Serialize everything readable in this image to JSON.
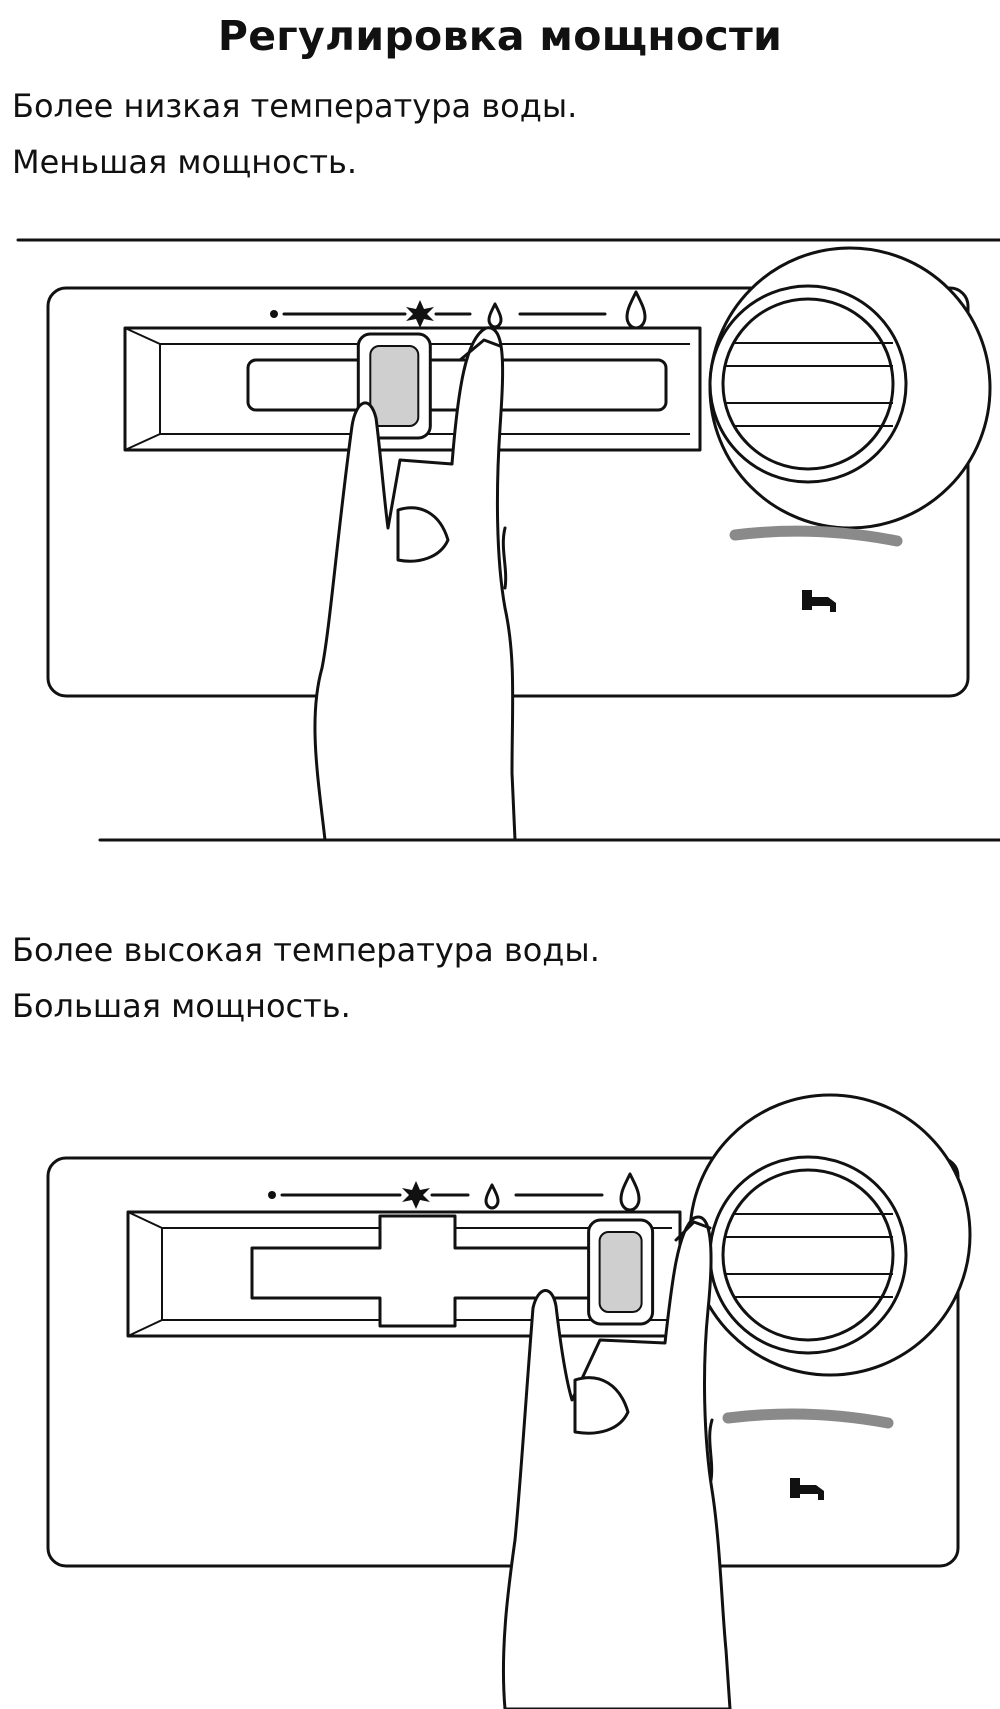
{
  "title": "Регулировка мощности",
  "section_low": {
    "line1": "Более низкая температура воды.",
    "line2": "Меньшая мощность."
  },
  "section_high": {
    "line1": "Более высокая температура воды.",
    "line2": "Большая мощность."
  },
  "icons": {
    "scale_min": "dot-icon",
    "scale_ignition": "spark-icon",
    "scale_small_flame": "small-flame-icon",
    "scale_large_flame": "large-flame-icon",
    "hot_water": "tap-icon"
  },
  "slider_low_position": 0.35,
  "slider_high_position": 0.95
}
